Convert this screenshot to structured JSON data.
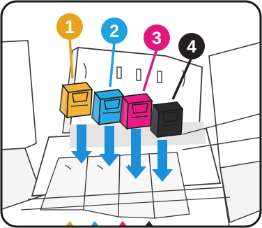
{
  "callouts": [
    {
      "number": "1",
      "color": "#e8a21c",
      "ink": "#f2b33a"
    },
    {
      "number": "2",
      "color": "#1fa2de",
      "ink": "#29a9e3"
    },
    {
      "number": "3",
      "color": "#e2177c",
      "ink": "#e81b86"
    },
    {
      "number": "4",
      "color": "#231f20",
      "ink": "#2b2b2b"
    }
  ],
  "colors": {
    "frame": "#1a1a1a",
    "arrow": "#1d8fd8",
    "printer_line": "#3a3a3a",
    "printer_fill": "#ffffff",
    "shadow": "#e6e6e6"
  },
  "icons": [
    "numbered-callout-icon",
    "down-arrow-icon",
    "ink-stick-icon"
  ]
}
